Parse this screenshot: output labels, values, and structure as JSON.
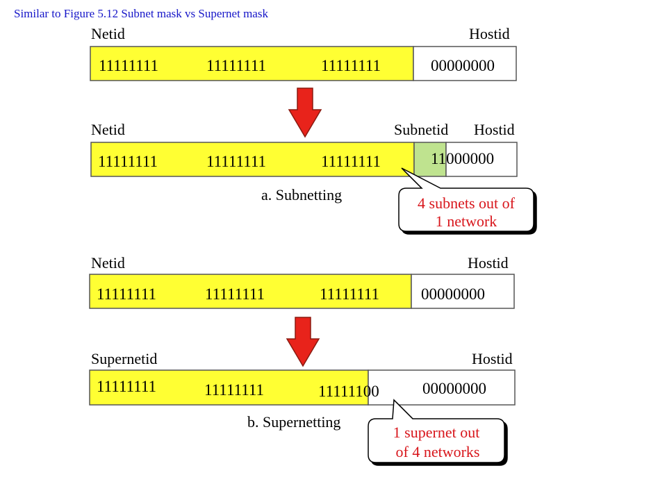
{
  "caption": "Similar to Figure  5.12  Subnet mask vs Supernet mask",
  "colors": {
    "caption": "#1515c8",
    "netid_fill": "#ffff33",
    "subnet_fill": "#bfe38f",
    "host_fill": "#ffffff",
    "arrow": "#e8231b",
    "callout_text": "#d8151b"
  },
  "icons": {
    "arrow": "down-arrow-icon"
  },
  "original_mask": {
    "netid_label": "Netid",
    "hostid_label": "Hostid",
    "octets": [
      "11111111",
      "11111111",
      "11111111"
    ],
    "host_bits": "00000000"
  },
  "subnet_mask": {
    "netid_label": "Netid",
    "subnetid_label": "Subnetid",
    "hostid_label": "Hostid",
    "octets": [
      "11111111",
      "11111111",
      "11111111"
    ],
    "fourth_octet": "11000000",
    "section_label": "a. Subnetting",
    "callout": {
      "line1": "4 subnets out of",
      "line2": "1 network"
    }
  },
  "original_mask_b": {
    "netid_label": "Netid",
    "hostid_label": "Hostid",
    "octets": [
      "11111111",
      "11111111",
      "11111111"
    ],
    "host_bits": "00000000"
  },
  "supernet_mask": {
    "supernetid_label": "Supernetid",
    "hostid_label": "Hostid",
    "octets": [
      "11111111",
      "11111111",
      "11111100"
    ],
    "host_bits": "00000000",
    "section_label": "b. Supernetting",
    "callout": {
      "line1": "1 supernet out",
      "line2": "of 4 networks"
    }
  }
}
